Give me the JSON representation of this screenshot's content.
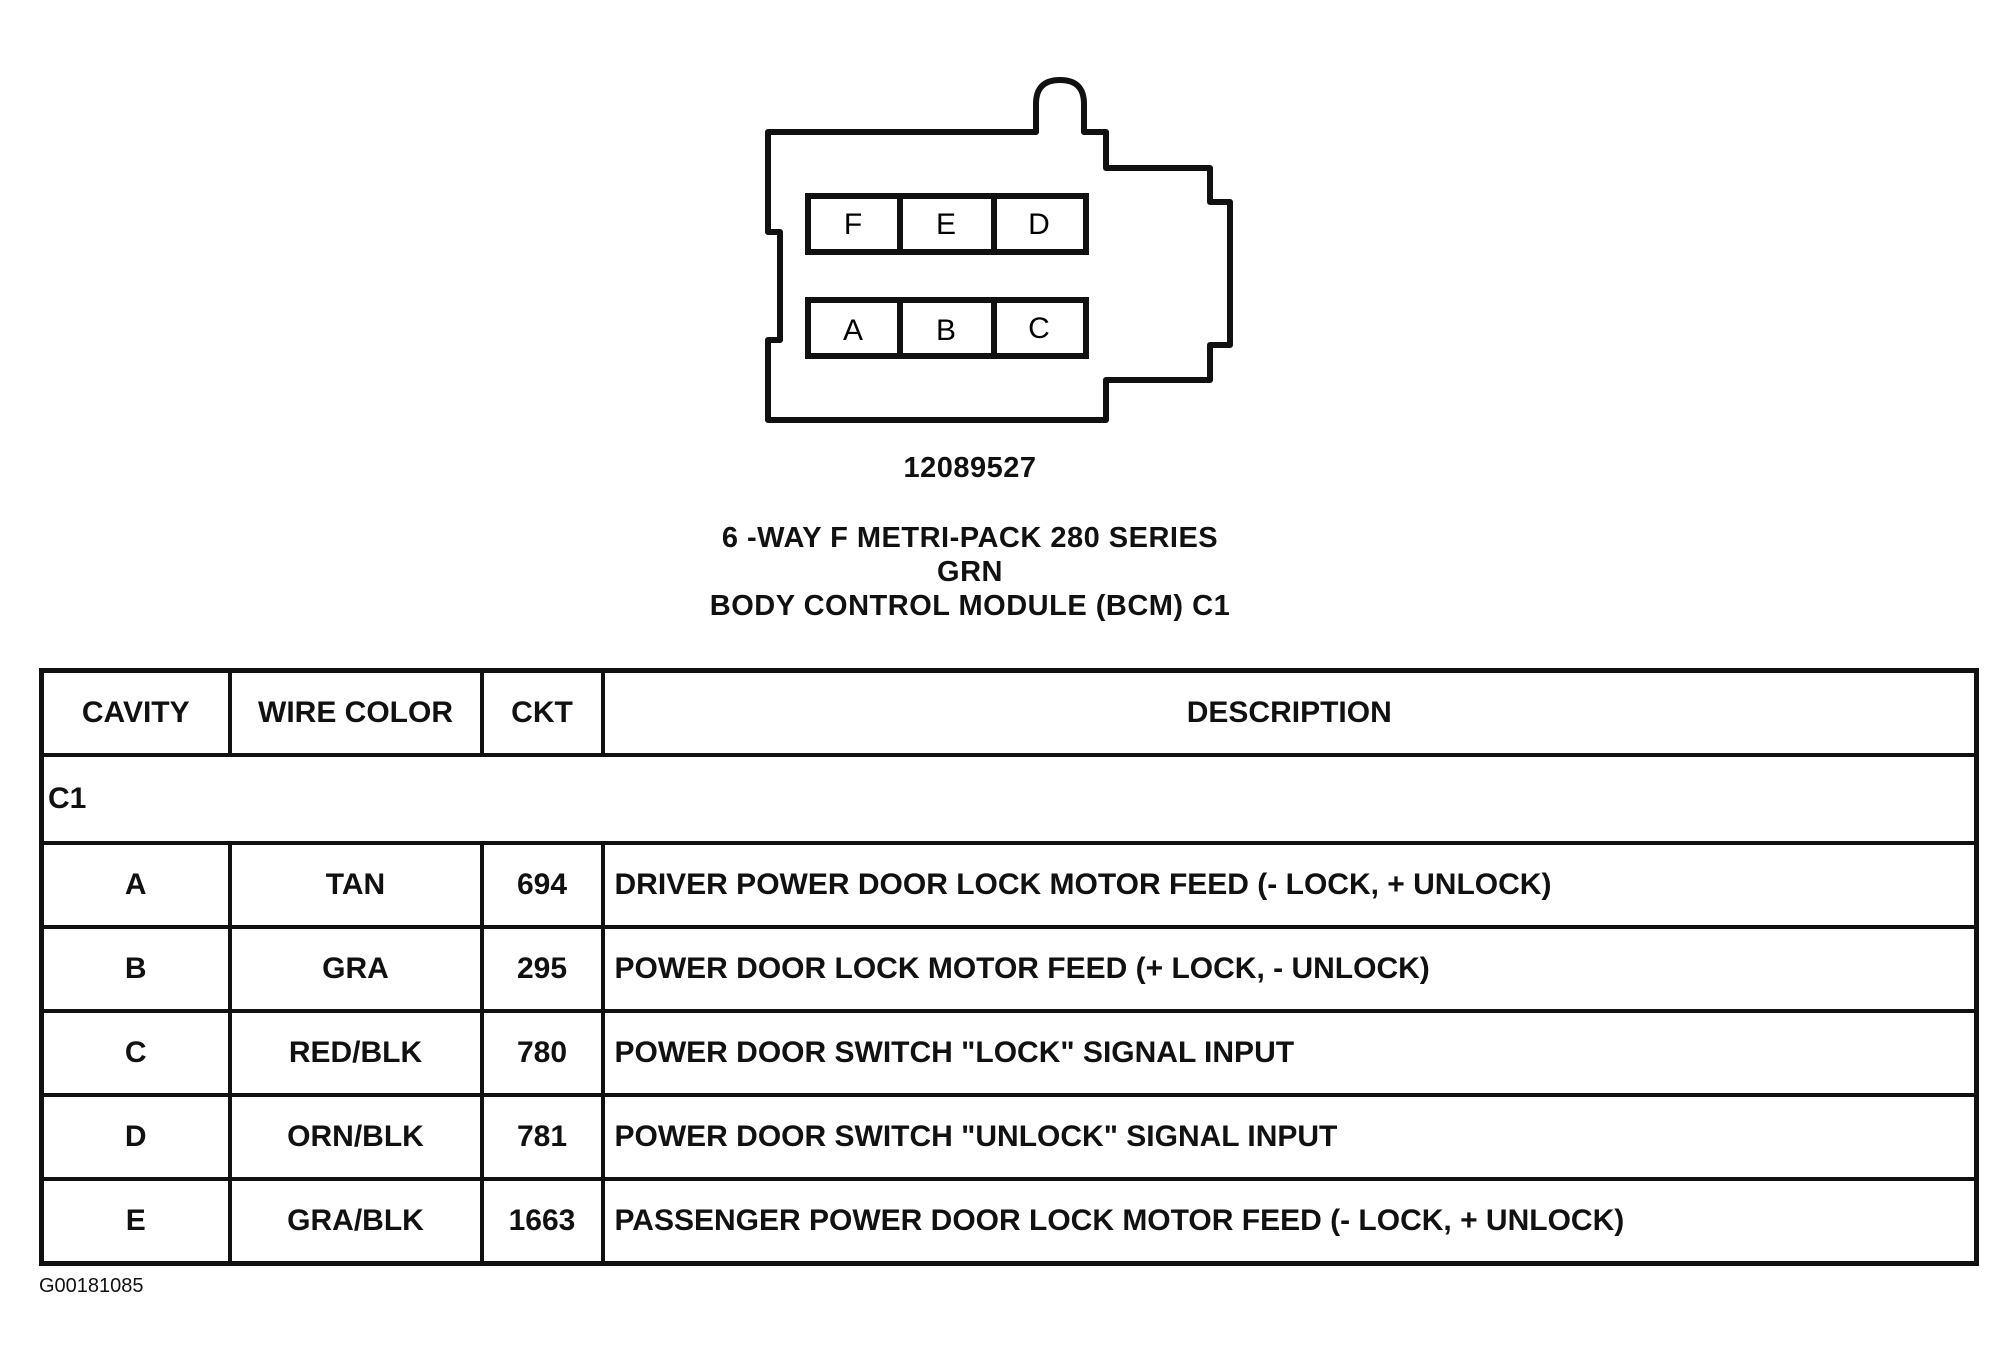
{
  "connector": {
    "top_row": [
      "F",
      "E",
      "D"
    ],
    "bottom_row": [
      "A",
      "B",
      "C"
    ],
    "part_number": "12089527",
    "title_lines": [
      "6 -WAY F METRI-PACK 280 SERIES",
      "GRN",
      "BODY CONTROL MODULE (BCM) C1"
    ]
  },
  "table": {
    "headers": {
      "cavity": "CAVITY",
      "wire_color": "WIRE COLOR",
      "ckt": "CKT",
      "description": "DESCRIPTION"
    },
    "section": "C1",
    "rows": [
      {
        "cavity": "A",
        "wire_color": "TAN",
        "ckt": "694",
        "description": "DRIVER POWER DOOR LOCK MOTOR FEED (- LOCK, + UNLOCK)"
      },
      {
        "cavity": "B",
        "wire_color": "GRA",
        "ckt": "295",
        "description": "POWER DOOR LOCK MOTOR FEED (+ LOCK, - UNLOCK)"
      },
      {
        "cavity": "C",
        "wire_color": "RED/BLK",
        "ckt": "780",
        "description": "POWER DOOR SWITCH \"LOCK\" SIGNAL INPUT"
      },
      {
        "cavity": "D",
        "wire_color": "ORN/BLK",
        "ckt": "781",
        "description": "POWER DOOR SWITCH \"UNLOCK\" SIGNAL INPUT"
      },
      {
        "cavity": "E",
        "wire_color": "GRA/BLK",
        "ckt": "1663",
        "description": "PASSENGER POWER DOOR LOCK MOTOR FEED (- LOCK, + UNLOCK)"
      }
    ]
  },
  "figure_code": "G00181085"
}
